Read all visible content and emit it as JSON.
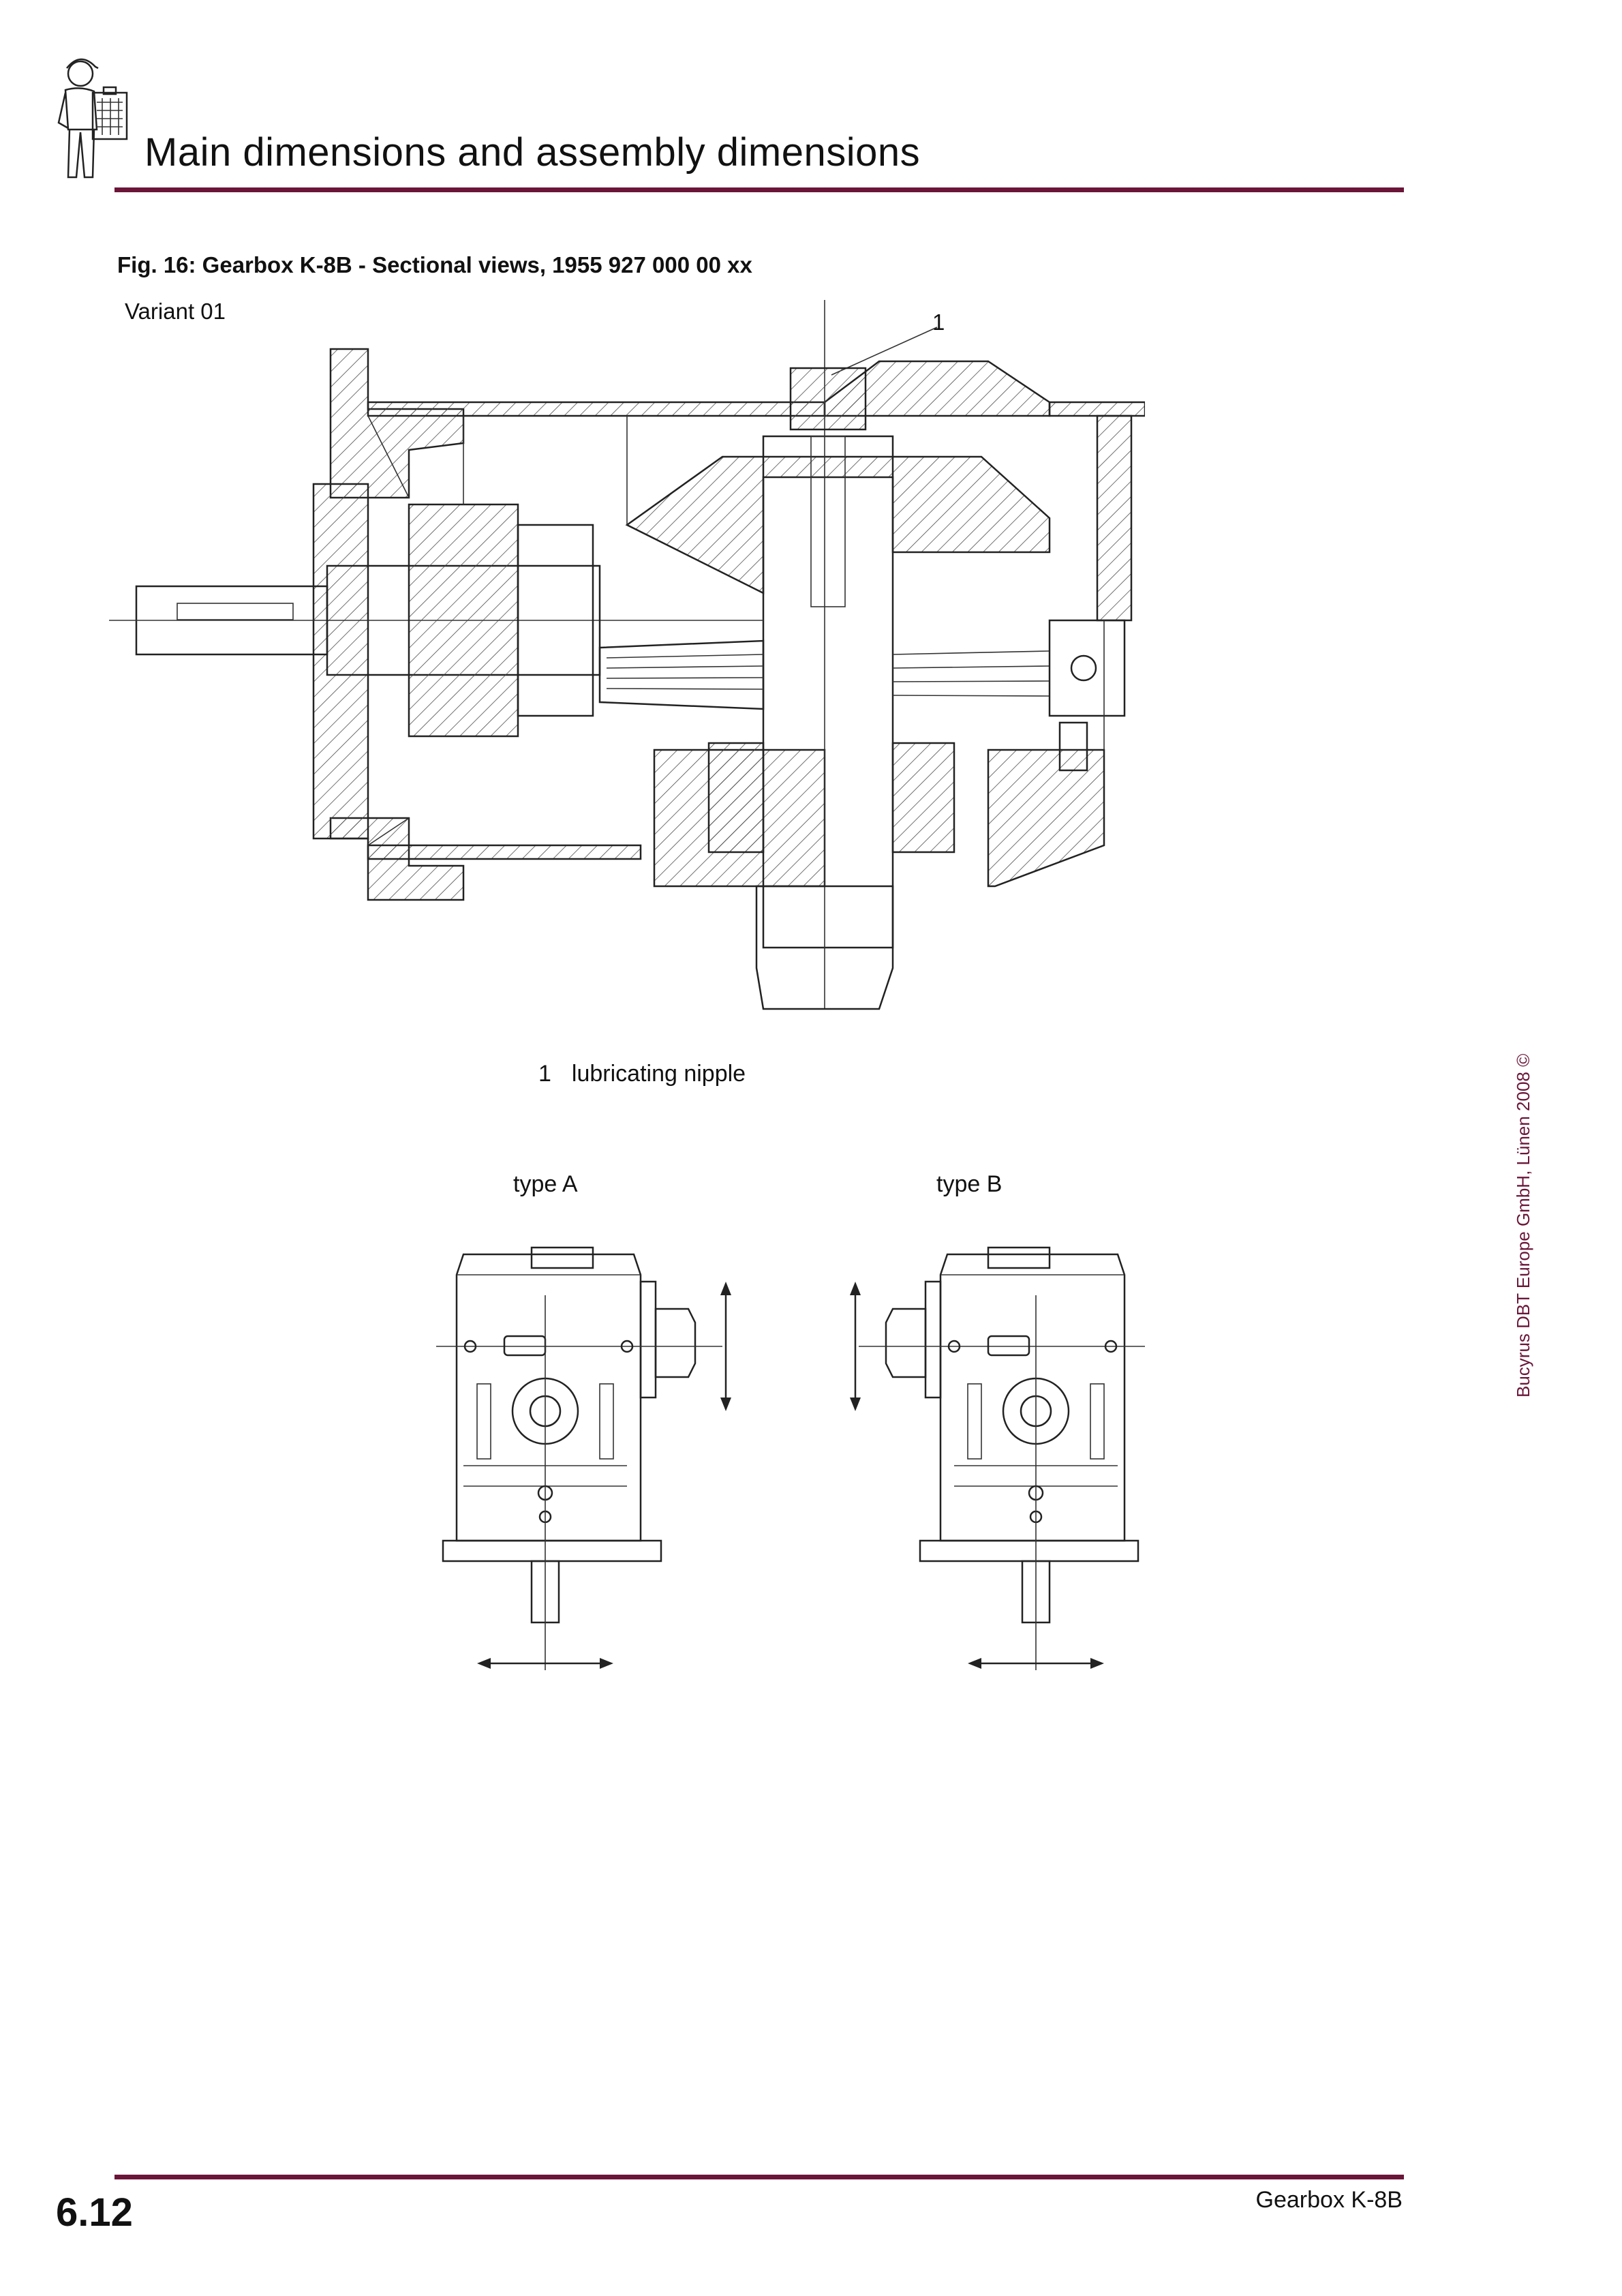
{
  "header": {
    "title": "Main dimensions and assembly dimensions",
    "icon": "technician-clipboard-icon"
  },
  "figure": {
    "caption": "Fig. 16:  Gearbox K-8B - Sectional views, 1955 927 000 00 xx",
    "variant": "Variant 01",
    "callout": "1",
    "legend": {
      "number": "1",
      "text": "lubricating nipple"
    },
    "type_a": "type A",
    "type_b": "type B"
  },
  "side_note": "Bucyrus DBT Europe GmbH, Lünen 2008 ©",
  "footer": {
    "page_number": "6.12",
    "title": "Gearbox K-8B"
  },
  "colors": {
    "accent_rule": "#6b1638",
    "text": "#111111"
  }
}
